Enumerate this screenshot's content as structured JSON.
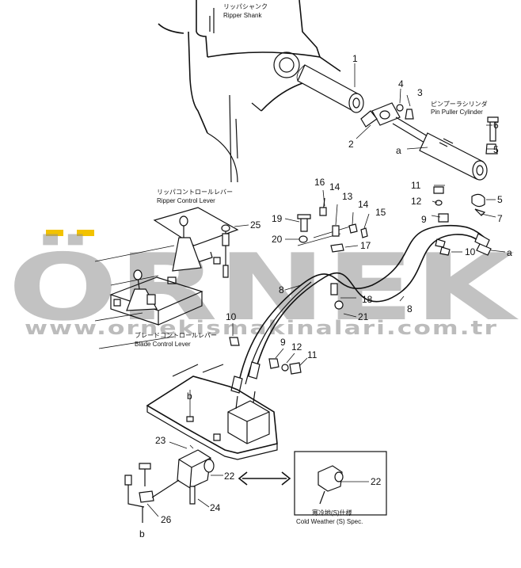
{
  "captions": {
    "ripper_shank_jp": "リッパシャンク",
    "ripper_shank_en": "Ripper Shank",
    "pin_puller_jp": "ピンプーラシリンダ",
    "pin_puller_en": "Pin Puller Cylinder",
    "ripper_lever_jp": "リッパコントロールレバー",
    "ripper_lever_en": "Ripper Control Lever",
    "blade_lever_jp": "ブレードコントロールレバー",
    "blade_lever_en": "Blade Control Lever",
    "cold_weather_jp": "寒冷地(S)仕様",
    "cold_weather_en": "Cold Weather (S) Spec."
  },
  "callouts": {
    "n1": "1",
    "n2": "2",
    "n3": "3",
    "n4": "4",
    "n5a": "5",
    "n5b": "5",
    "n6": "6",
    "n7": "7",
    "n8a": "8",
    "n8b": "8",
    "n9a": "9",
    "n9b": "9",
    "n10a": "10",
    "n10b": "10",
    "n11a": "11",
    "n11b": "11",
    "n12a": "12",
    "n12b": "12",
    "n13": "13",
    "n14a": "14",
    "n14b": "14",
    "n15": "15",
    "n16": "16",
    "n17": "17",
    "n18": "18",
    "n19": "19",
    "n20": "20",
    "n21": "21",
    "n22a": "22",
    "n22b": "22",
    "n23": "23",
    "n24": "24",
    "n25": "25",
    "n26": "26",
    "ref_a1": "a",
    "ref_a2": "a",
    "ref_b1": "b",
    "ref_b2": "b"
  },
  "watermark": {
    "brand": "ÖRNEK",
    "url": "www.ornekismakinalari.com.tr",
    "accent_color": "#f2c200",
    "gray_color": "#8f8f8f"
  }
}
